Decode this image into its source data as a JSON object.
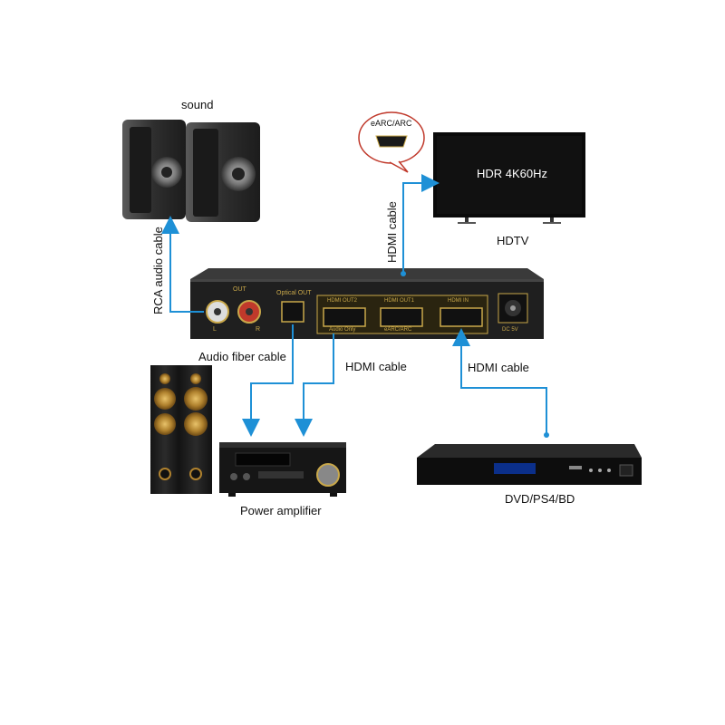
{
  "labels": {
    "sound": "sound",
    "rca_cable": "RCA audio cable",
    "hdmi_cable_tv": "HDMI cable",
    "earc_bubble": "eARC/ARC",
    "tv_screen": "HDR 4K60Hz",
    "hdtv": "HDTV",
    "audio_fiber_cable": "Audio fiber cable",
    "hdmi_cable_amp": "HDMI cable",
    "hdmi_cable_dvd": "HDMI cable",
    "power_amplifier": "Power amplifier",
    "dvd": "DVD/PS4/BD"
  },
  "device_panel": {
    "out": "OUT",
    "left": "L",
    "right": "R",
    "optical_out": "Optical OUT",
    "hdmi_out2": "HDMI OUT2",
    "hdmi_out1": "HDMI OUT1",
    "hdmi_in": "HDMI IN",
    "audio_only": "Audio Only",
    "earc_arc": "eARC/ARC",
    "dc5v": "DC 5V"
  },
  "colors": {
    "arrow": "#1e90d6",
    "gold": "#c9a84a",
    "device": "#2a2a2a",
    "bubble_border": "#c0392b"
  }
}
